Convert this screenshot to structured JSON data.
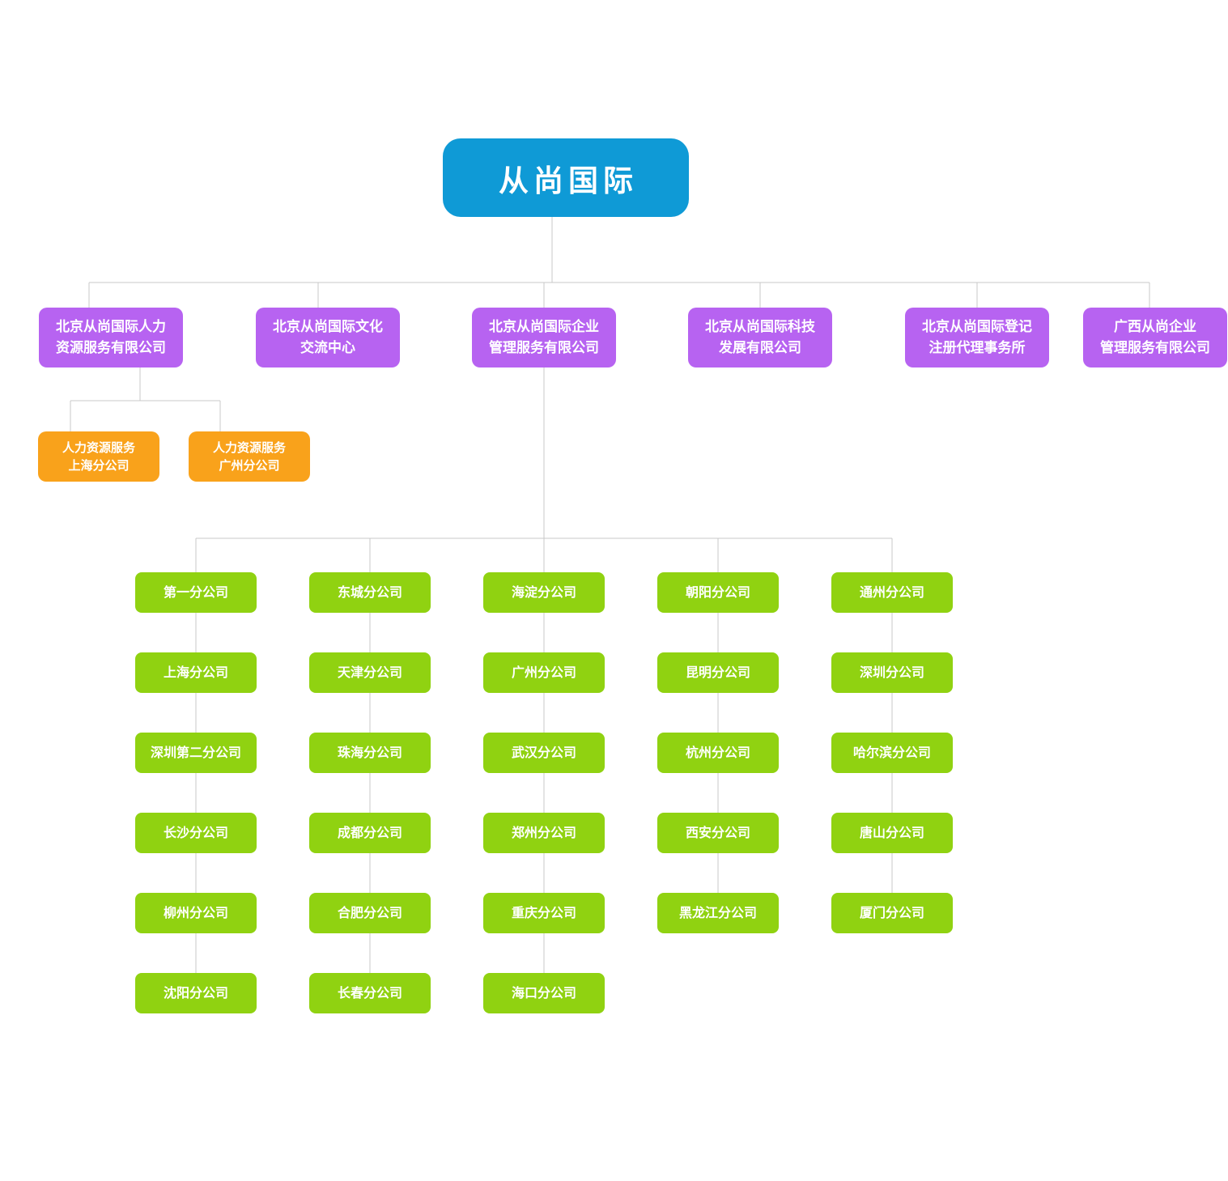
{
  "chart": {
    "root": {
      "label": "从尚国际"
    },
    "level2": [
      {
        "id": "hr-services",
        "lines": [
          "北京从尚国际人力",
          "资源服务有限公司"
        ]
      },
      {
        "id": "culture-center",
        "lines": [
          "北京从尚国际文化",
          "交流中心"
        ]
      },
      {
        "id": "mgmt-services",
        "lines": [
          "北京从尚国际企业",
          "管理服务有限公司"
        ]
      },
      {
        "id": "tech-development",
        "lines": [
          "北京从尚国际科技",
          "发展有限公司"
        ]
      },
      {
        "id": "registry-agency",
        "lines": [
          "北京从尚国际登记",
          "注册代理事务所"
        ]
      },
      {
        "id": "guangxi-mgmt",
        "lines": [
          "广西从尚企业",
          "管理服务有限公司"
        ]
      }
    ],
    "hr_branches": [
      {
        "id": "shanghai",
        "lines": [
          "人力资源服务",
          "上海分公司"
        ]
      },
      {
        "id": "guangzhou",
        "lines": [
          "人力资源服务",
          "广州分公司"
        ]
      }
    ],
    "branch_columns": [
      [
        "第一分公司",
        "上海分公司",
        "深圳第二分公司",
        "长沙分公司",
        "柳州分公司",
        "沈阳分公司"
      ],
      [
        "东城分公司",
        "天津分公司",
        "珠海分公司",
        "成都分公司",
        "合肥分公司",
        "长春分公司"
      ],
      [
        "海淀分公司",
        "广州分公司",
        "武汉分公司",
        "郑州分公司",
        "重庆分公司",
        "海口分公司"
      ],
      [
        "朝阳分公司",
        "昆明分公司",
        "杭州分公司",
        "西安分公司",
        "黑龙江分公司"
      ],
      [
        "通州分公司",
        "深圳分公司",
        "哈尔滨分公司",
        "唐山分公司",
        "厦门分公司"
      ]
    ],
    "colors": {
      "root": "#0f9ad6",
      "level2": "#b763f1",
      "hr_branch": "#f9a21b",
      "city_branch": "#90d211",
      "connector": "#c9c9c9",
      "text": "#ffffff"
    }
  }
}
